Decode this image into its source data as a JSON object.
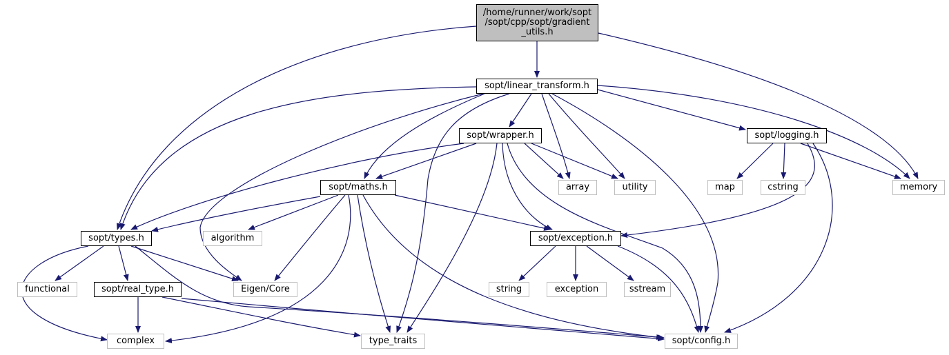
{
  "graph": {
    "root": {
      "label": "/home/runner/work/sopt\n/sopt/cpp/sopt/gradient\n_utils.h"
    },
    "nodes": [
      {
        "id": "root",
        "label": "/home/runner/work/sopt\n/sopt/cpp/sopt/gradient\n_utils.h",
        "kind": "root",
        "name": "node-gradient-utils-h"
      },
      {
        "id": "lt",
        "label": "sopt/linear_transform.h",
        "kind": "local",
        "name": "node-linear-transform-h"
      },
      {
        "id": "wrap",
        "label": "sopt/wrapper.h",
        "kind": "local",
        "name": "node-wrapper-h"
      },
      {
        "id": "log",
        "label": "sopt/logging.h",
        "kind": "local",
        "name": "node-logging-h"
      },
      {
        "id": "maths",
        "label": "sopt/maths.h",
        "kind": "local",
        "name": "node-maths-h"
      },
      {
        "id": "types",
        "label": "sopt/types.h",
        "kind": "local",
        "name": "node-types-h"
      },
      {
        "id": "exc",
        "label": "sopt/exception.h",
        "kind": "local",
        "name": "node-exception-h"
      },
      {
        "id": "real",
        "label": "sopt/real_type.h",
        "kind": "local",
        "name": "node-real-type-h"
      },
      {
        "id": "memory",
        "label": "memory",
        "kind": "system",
        "name": "node-memory"
      },
      {
        "id": "array",
        "label": "array",
        "kind": "system",
        "name": "node-array"
      },
      {
        "id": "utility",
        "label": "utility",
        "kind": "system",
        "name": "node-utility"
      },
      {
        "id": "map",
        "label": "map",
        "kind": "system",
        "name": "node-map"
      },
      {
        "id": "cstring",
        "label": "cstring",
        "kind": "system",
        "name": "node-cstring"
      },
      {
        "id": "algorithm",
        "label": "algorithm",
        "kind": "system",
        "name": "node-algorithm"
      },
      {
        "id": "functional",
        "label": "functional",
        "kind": "system",
        "name": "node-functional"
      },
      {
        "id": "eigen",
        "label": "Eigen/Core",
        "kind": "system",
        "name": "node-eigen-core"
      },
      {
        "id": "string",
        "label": "string",
        "kind": "system",
        "name": "node-string"
      },
      {
        "id": "exception",
        "label": "exception",
        "kind": "system",
        "name": "node-exception"
      },
      {
        "id": "sstream",
        "label": "sstream",
        "kind": "system",
        "name": "node-sstream"
      },
      {
        "id": "complex",
        "label": "complex",
        "kind": "system",
        "name": "node-complex"
      },
      {
        "id": "tt",
        "label": "type_traits",
        "kind": "system",
        "name": "node-type-traits"
      },
      {
        "id": "config",
        "label": "sopt/config.h",
        "kind": "system",
        "name": "node-config-h"
      }
    ],
    "edges": [
      {
        "from": "root",
        "to": "lt"
      },
      {
        "from": "root",
        "to": "types"
      },
      {
        "from": "root",
        "to": "memory"
      },
      {
        "from": "lt",
        "to": "types"
      },
      {
        "from": "lt",
        "to": "eigen"
      },
      {
        "from": "lt",
        "to": "maths"
      },
      {
        "from": "lt",
        "to": "tt"
      },
      {
        "from": "lt",
        "to": "wrap"
      },
      {
        "from": "lt",
        "to": "array"
      },
      {
        "from": "lt",
        "to": "utility"
      },
      {
        "from": "lt",
        "to": "config"
      },
      {
        "from": "lt",
        "to": "log"
      },
      {
        "from": "lt",
        "to": "memory"
      },
      {
        "from": "wrap",
        "to": "types"
      },
      {
        "from": "wrap",
        "to": "maths"
      },
      {
        "from": "wrap",
        "to": "tt"
      },
      {
        "from": "wrap",
        "to": "exc"
      },
      {
        "from": "wrap",
        "to": "config"
      },
      {
        "from": "wrap",
        "to": "array"
      },
      {
        "from": "wrap",
        "to": "utility"
      },
      {
        "from": "log",
        "to": "map"
      },
      {
        "from": "log",
        "to": "cstring"
      },
      {
        "from": "log",
        "to": "memory"
      },
      {
        "from": "log",
        "to": "exc"
      },
      {
        "from": "log",
        "to": "config"
      },
      {
        "from": "maths",
        "to": "types"
      },
      {
        "from": "maths",
        "to": "algorithm"
      },
      {
        "from": "maths",
        "to": "eigen"
      },
      {
        "from": "maths",
        "to": "complex"
      },
      {
        "from": "maths",
        "to": "tt"
      },
      {
        "from": "maths",
        "to": "config"
      },
      {
        "from": "maths",
        "to": "exc"
      },
      {
        "from": "types",
        "to": "complex"
      },
      {
        "from": "types",
        "to": "functional"
      },
      {
        "from": "types",
        "to": "real"
      },
      {
        "from": "types",
        "to": "eigen"
      },
      {
        "from": "types",
        "to": "config"
      },
      {
        "from": "real",
        "to": "complex"
      },
      {
        "from": "real",
        "to": "tt"
      },
      {
        "from": "real",
        "to": "config"
      },
      {
        "from": "exc",
        "to": "string"
      },
      {
        "from": "exc",
        "to": "exception"
      },
      {
        "from": "exc",
        "to": "sstream"
      },
      {
        "from": "exc",
        "to": "config"
      }
    ]
  },
  "colors": {
    "edge": "#191970",
    "root_fill": "#bfbfbf",
    "local_border": "#000000",
    "system_border": "#bfbfbf"
  }
}
